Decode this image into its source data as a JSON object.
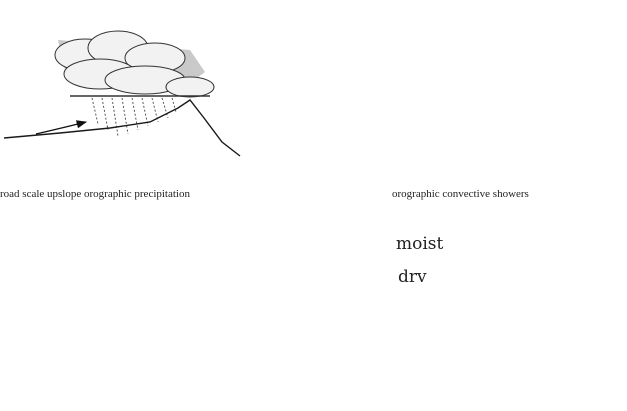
{
  "panels": {
    "top_left": {
      "caption": "road scale upslope orographic precipitation"
    },
    "top_right": {
      "caption": "orographic convective showers"
    },
    "bottom_right": {
      "moist_label": "moist",
      "dry_label": "drv"
    }
  }
}
